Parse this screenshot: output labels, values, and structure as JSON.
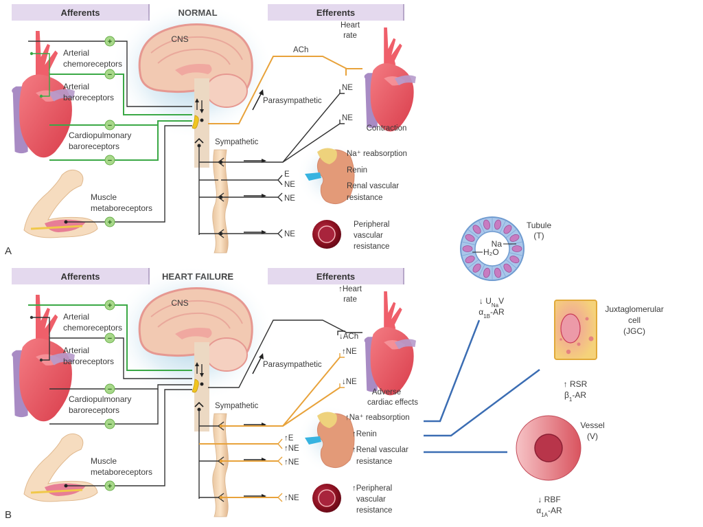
{
  "panels": [
    {
      "id": "A",
      "letter": "A",
      "title": "NORMAL",
      "afferents_header": "Afferents",
      "efferents_header": "Efferents",
      "cns_label": "CNS",
      "afferents": [
        {
          "label_lines": [
            "Arterial",
            "chemoreceptors"
          ],
          "sign": "+",
          "line_color": "#333333"
        },
        {
          "label_lines": [
            "Arterial",
            "baroreceptors"
          ],
          "sign": "−",
          "line_color": "#3aa845"
        },
        {
          "label_lines": [
            "Cardiopulmonary",
            "baroreceptors"
          ],
          "sign": "−",
          "line_color": "#3aa845",
          "sign2": "−"
        },
        {
          "label_lines": [
            "Muscle",
            "metaboreceptors"
          ],
          "sign": "+",
          "line_color": "#333333"
        }
      ],
      "parasympathetic_label": "Parasympathetic",
      "parasympathetic_transmitter": "ACh",
      "sympathetic_label": "Sympathetic",
      "heart_labels": {
        "top": [
          "Heart",
          "rate"
        ],
        "bottom": [
          "Contraction"
        ]
      },
      "heart_transmitters": [
        "NE",
        "NE"
      ],
      "kidney_transmitters": [
        "E",
        "NE",
        "NE"
      ],
      "vessel_transmitter": "NE",
      "kidney_effects": [
        "Na⁺ reabsorption",
        "Renin",
        "Renal vascular",
        "resistance"
      ],
      "vessel_effects": [
        "Peripheral",
        "vascular",
        "resistance"
      ]
    },
    {
      "id": "B",
      "letter": "B",
      "title": "HEART FAILURE",
      "afferents_header": "Afferents",
      "efferents_header": "Efferents",
      "cns_label": "CNS",
      "afferents": [
        {
          "label_lines": [
            "Arterial",
            "chemoreceptors"
          ],
          "sign": "+",
          "line_color": "#3aa845"
        },
        {
          "label_lines": [
            "Arterial",
            "baroreceptors"
          ],
          "sign": "−",
          "line_color": "#333333"
        },
        {
          "label_lines": [
            "Cardiopulmonary",
            "baroreceptors"
          ],
          "sign": "−",
          "line_color": "#333333",
          "sign2": "−"
        },
        {
          "label_lines": [
            "Muscle",
            "metaboreceptors"
          ],
          "sign": "+",
          "line_color": "#333333"
        }
      ],
      "parasympathetic_label": "Parasympathetic",
      "parasympathetic_transmitter": "↓ACh",
      "sympathetic_label": "Sympathetic",
      "heart_labels": {
        "top": [
          "↑Heart",
          "rate"
        ],
        "bottom": [
          "Adverse",
          "cardiac effects"
        ]
      },
      "heart_transmitters": [
        "↑NE",
        "↓NE"
      ],
      "kidney_transmitters": [
        "↑E",
        "↑NE",
        "↑NE"
      ],
      "vessel_transmitter": "↑NE",
      "kidney_effects": [
        "↑Na⁺ reabsorption",
        "↑Renin",
        "↑Renal vascular",
        "resistance"
      ],
      "vessel_effects": [
        "↑Peripheral",
        "vascular",
        "resistance"
      ]
    }
  ],
  "renal_targets": {
    "tubule": {
      "name_lines": [
        "Tubule",
        "(T)"
      ],
      "inner_labels": [
        "Na",
        "H₂O"
      ],
      "effect": "↓ UNaV",
      "effect_main": "↓ U",
      "effect_sub": "Na",
      "effect_tail": "V",
      "receptor_main": "α",
      "receptor_sub": "1B",
      "receptor_tail": "-AR"
    },
    "jgc": {
      "name_lines": [
        "Juxtaglomerular",
        "cell",
        "(JGC)"
      ],
      "effect": "↑ RSR",
      "receptor_main": "β",
      "receptor_sub": "1",
      "receptor_tail": "-AR"
    },
    "vessel": {
      "name_lines": [
        "Vessel",
        "(V)"
      ],
      "effect": "↓ RBF",
      "receptor_main": "α",
      "receptor_sub": "1A",
      "receptor_tail": "-AR"
    }
  },
  "colors": {
    "header_bg": "#e4d9ee",
    "afferent_green": "#3aa845",
    "parasympathetic_orange": "#e8a23a",
    "sympathetic_orange": "#e8a23a",
    "connector_blue": "#3b6db3",
    "heart_red": "#e8505b",
    "kidney": "#e39a78",
    "sign_circle": "#a8d88a"
  }
}
